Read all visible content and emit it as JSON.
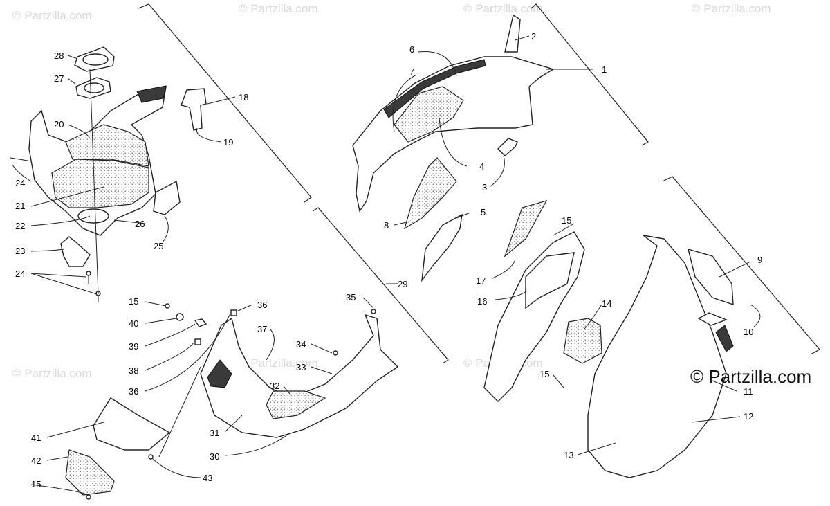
{
  "watermark": "© Partzilla.com",
  "brand_mark": "© Partzilla.com",
  "callouts": {
    "n1": "1",
    "n2": "2",
    "n3": "3",
    "n4": "4",
    "n5": "5",
    "n6": "6",
    "n7": "7",
    "n8": "8",
    "n9": "9",
    "n10": "10",
    "n11": "11",
    "n12": "12",
    "n13": "13",
    "n14": "14",
    "n15a": "15",
    "n15b": "15",
    "n15c": "15",
    "n15d": "15",
    "n16": "16",
    "n17": "17",
    "n18": "18",
    "n19": "19",
    "n20": "20",
    "n21": "21",
    "n22": "22",
    "n23": "23",
    "n24a": "24",
    "n24b": "24",
    "n25": "25",
    "n26": "26",
    "n27": "27",
    "n28": "28",
    "n29": "29",
    "n30": "30",
    "n31": "31",
    "n32": "32",
    "n33": "33",
    "n34": "34",
    "n35": "35",
    "n36a": "36",
    "n36b": "36",
    "n37": "37",
    "n38": "38",
    "n39": "39",
    "n40": "40",
    "n41": "41",
    "n42": "42",
    "n43": "43"
  }
}
